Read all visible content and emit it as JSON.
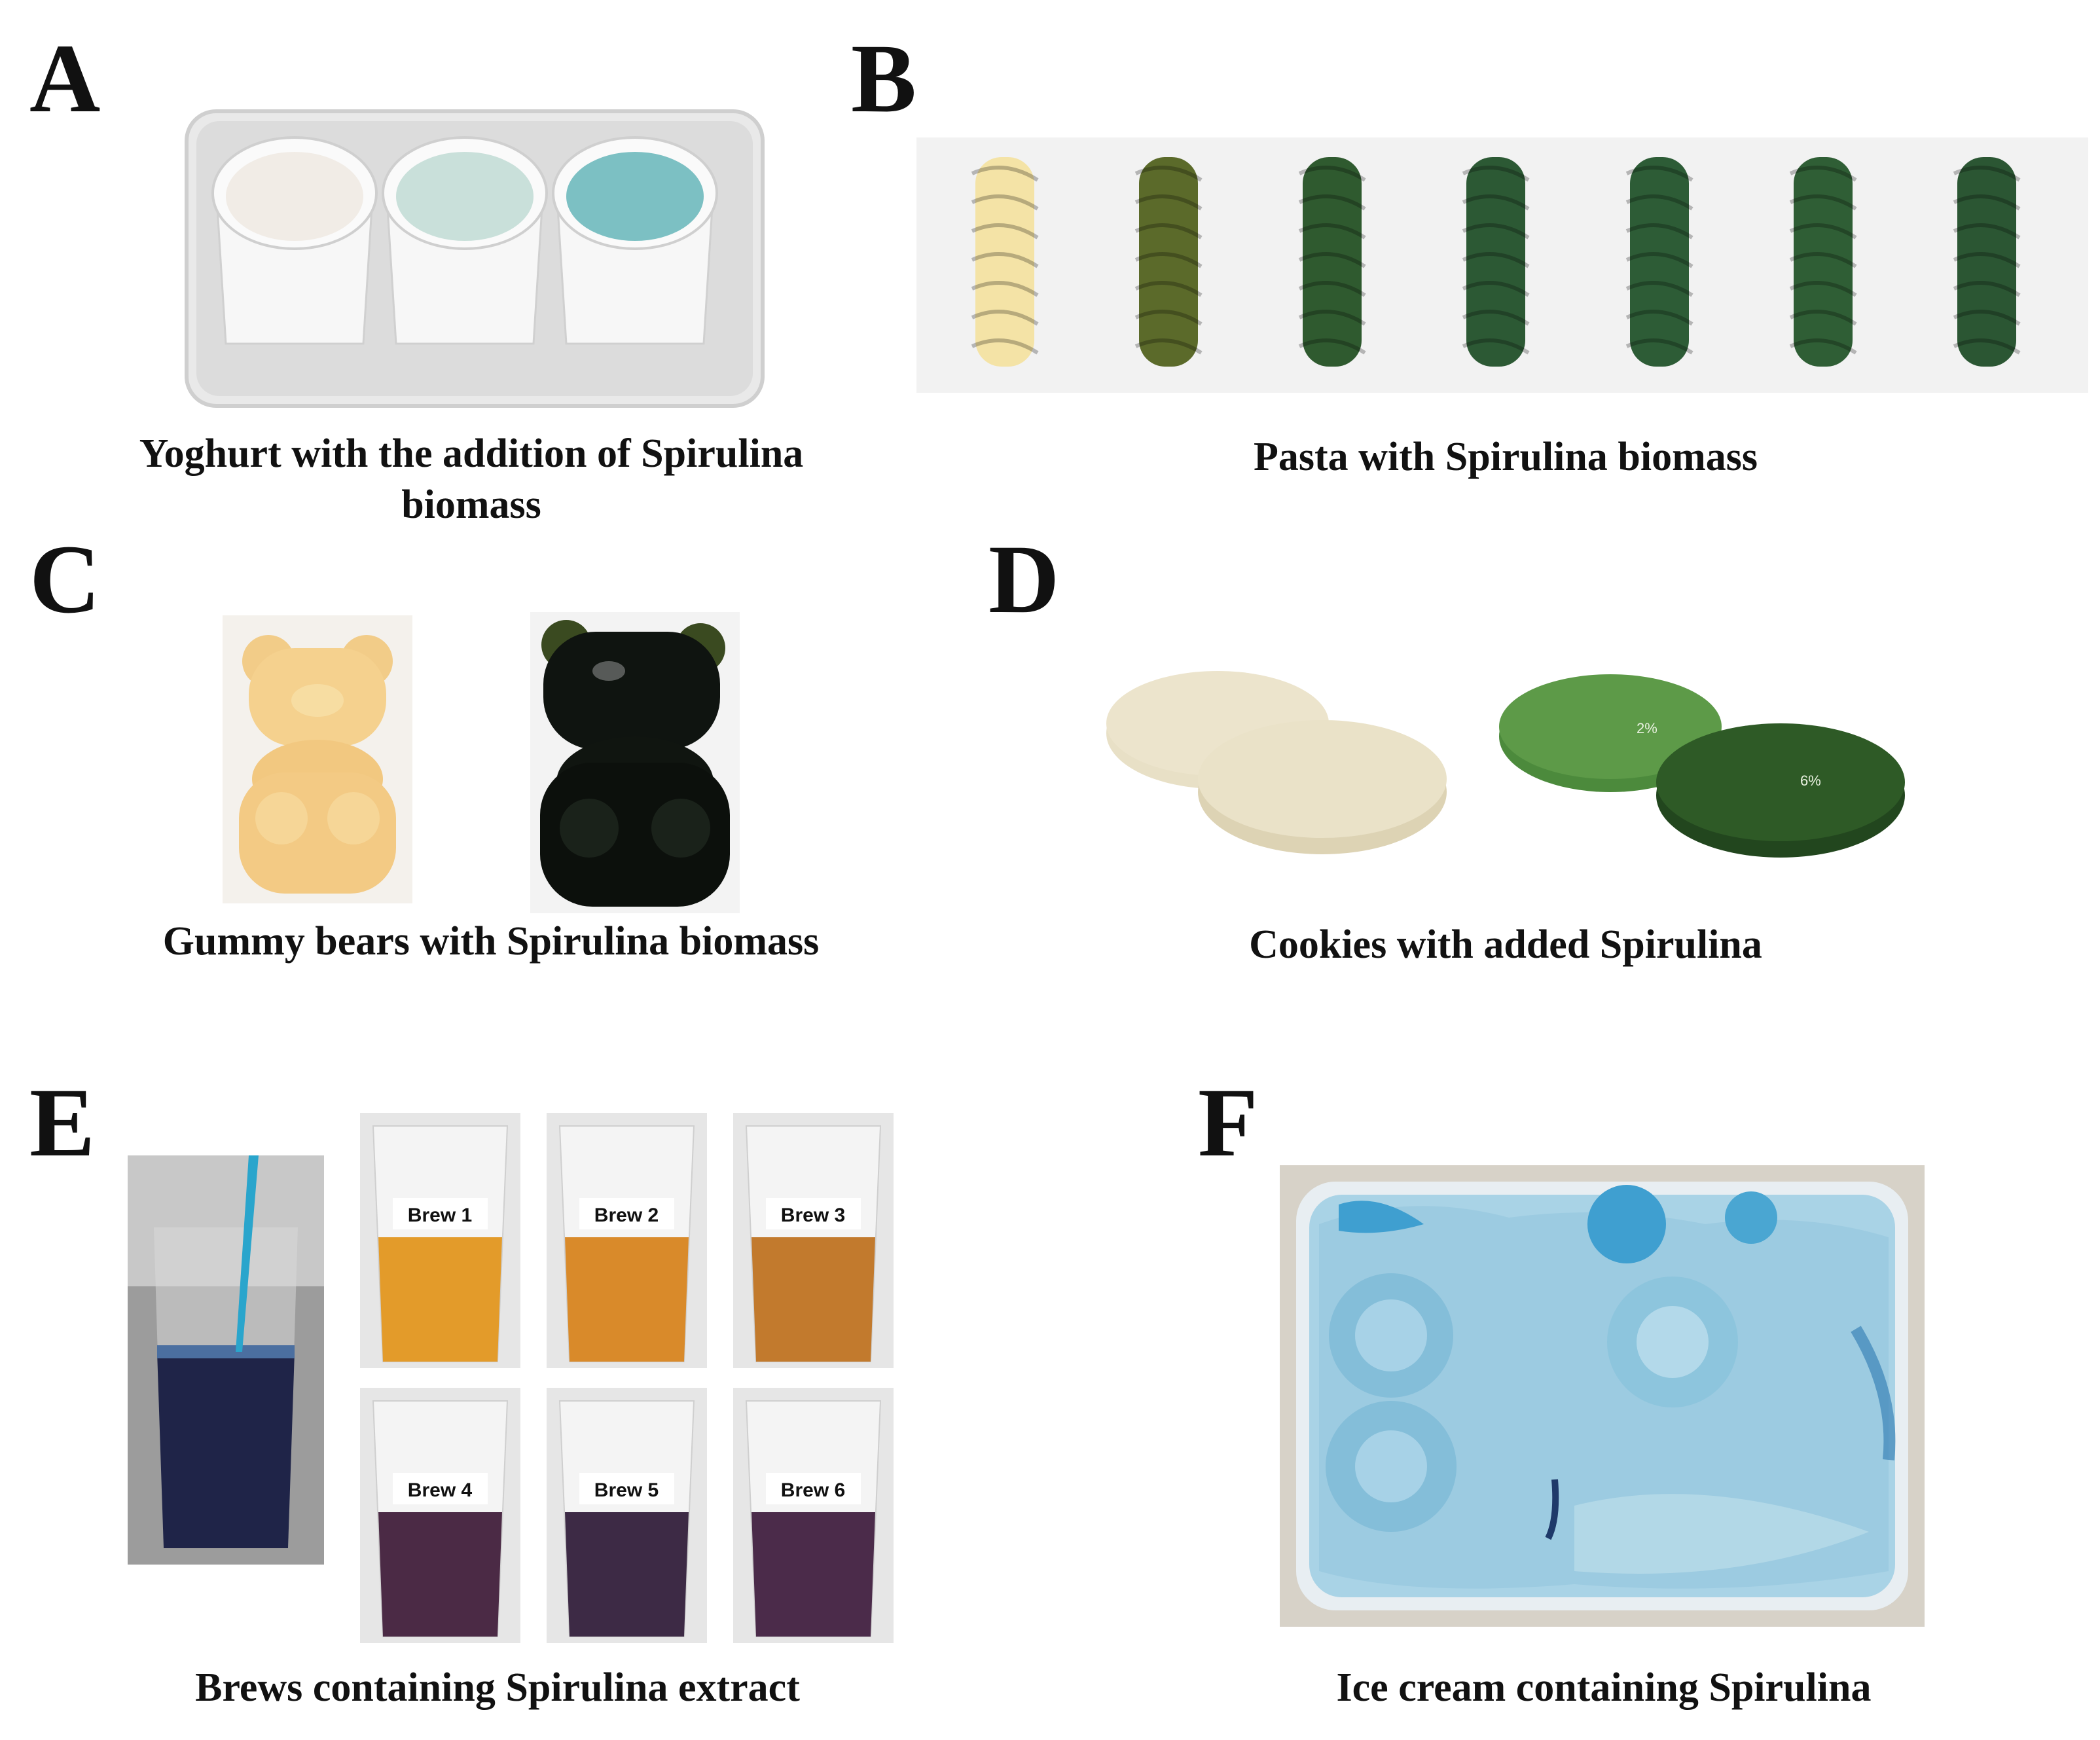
{
  "panels": {
    "A": {
      "letter": "A",
      "caption": "Yoghurt with the addition of Spirulina biomass"
    },
    "B": {
      "letter": "B",
      "caption": "Pasta with Spirulina biomass"
    },
    "C": {
      "letter": "C",
      "caption": "Gummy bears with Spirulina biomass"
    },
    "D": {
      "letter": "D",
      "caption": "Cookies with added Spirulina",
      "cookie_labels": [
        "2%",
        "6%"
      ]
    },
    "E": {
      "letter": "E",
      "caption": "Brews containing Spirulina extract",
      "brews": [
        "Brew 1",
        "Brew 2",
        "Brew 3",
        "Brew 4",
        "Brew 5",
        "Brew 6"
      ]
    },
    "F": {
      "letter": "F",
      "caption": "Ice cream containing Spirulina"
    }
  },
  "colors": {
    "yoghurt": [
      "#f1ece6",
      "#c9e0da",
      "#7cc0c3"
    ],
    "pasta": [
      "#f4e3a6",
      "#5b6a2a",
      "#2f5a2f",
      "#2c5934",
      "#2d5c36",
      "#2f5e35",
      "#2b5633"
    ],
    "brews": [
      "#e39b2a",
      "#d98a2a",
      "#c27a2d",
      "#4b2a45",
      "#3d2a45",
      "#4b2b4a"
    ],
    "ice_cream": "#8ac3dc"
  }
}
